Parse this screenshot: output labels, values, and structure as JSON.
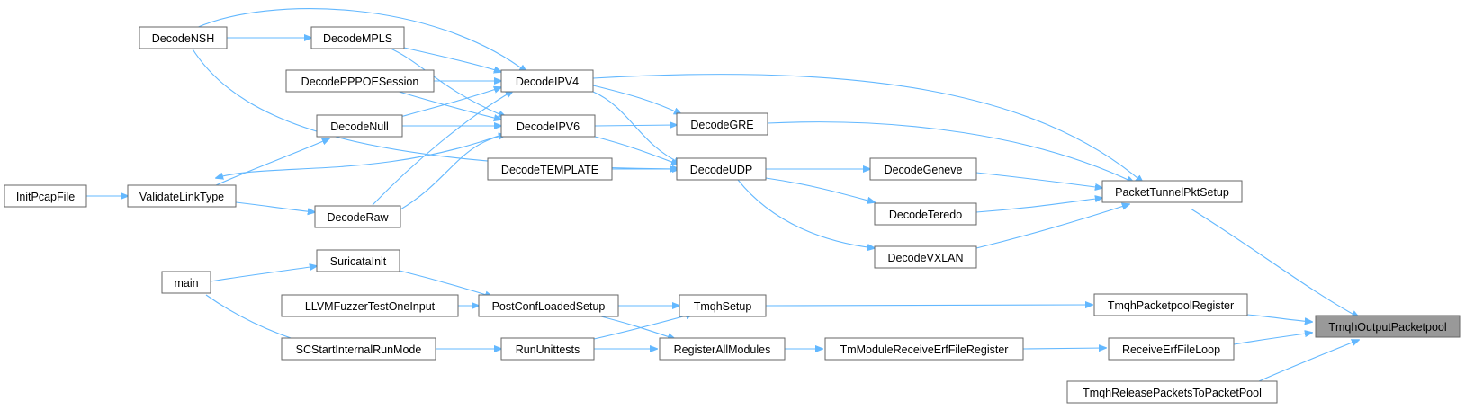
{
  "graph": {
    "colors": {
      "edge": "#63b8ff",
      "node_border": "#666666",
      "focus_fill": "#999999"
    },
    "nodes": {
      "InitPcapFile": "InitPcapFile",
      "ValidateLinkType": "ValidateLinkType",
      "DecodeNSH": "DecodeNSH",
      "DecodeMPLS": "DecodeMPLS",
      "DecodePPPOESession": "DecodePPPOESession",
      "DecodeNull": "DecodeNull",
      "DecodeRaw": "DecodeRaw",
      "DecodeIPV4": "DecodeIPV4",
      "DecodeIPV6": "DecodeIPV6",
      "DecodeTEMPLATE": "DecodeTEMPLATE",
      "DecodeGRE": "DecodeGRE",
      "DecodeUDP": "DecodeUDP",
      "DecodeGeneve": "DecodeGeneve",
      "DecodeTeredo": "DecodeTeredo",
      "DecodeVXLAN": "DecodeVXLAN",
      "PacketTunnelPktSetup": "PacketTunnelPktSetup",
      "main": "main",
      "SuricataInit": "SuricataInit",
      "LLVMFuzzerTestOneInput": "LLVMFuzzerTestOneInput",
      "SCStartInternalRunMode": "SCStartInternalRunMode",
      "PostConfLoadedSetup": "PostConfLoadedSetup",
      "RunUnittests": "RunUnittests",
      "TmqhSetup": "TmqhSetup",
      "RegisterAllModules": "RegisterAllModules",
      "TmModuleReceiveErfFileRegister": "TmModuleReceiveErfFileRegister",
      "TmqhPacketpoolRegister": "TmqhPacketpoolRegister",
      "ReceiveErfFileLoop": "ReceiveErfFileLoop",
      "TmqhReleasePacketsToPacketPool": "TmqhReleasePacketsToPacketPool",
      "TmqhOutputPacketpool": "TmqhOutputPacketpool"
    }
  }
}
